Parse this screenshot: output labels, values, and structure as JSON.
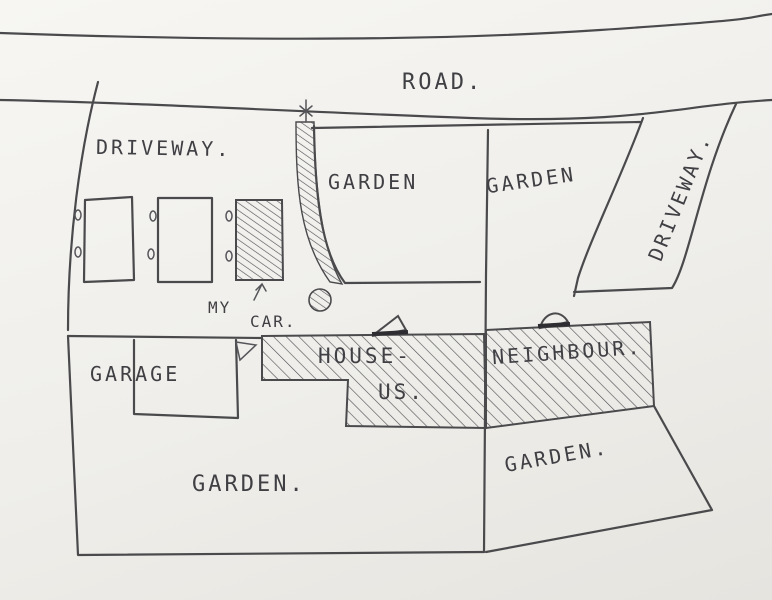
{
  "labels": {
    "road": "ROAD.",
    "driveway_left": "DRIVEWAY.",
    "driveway_right": "DRIVEWAY.",
    "garden_front_left": "GARDEN",
    "garden_front_right": "GARDEN",
    "garage": "GARAGE",
    "house": "HOUSE-",
    "us": "US.",
    "neighbour": "NEIGHBOUR.",
    "garden_back_left": "GARDEN.",
    "garden_back_right": "GARDEN.",
    "my_car": "MY",
    "my_car_2": "CAR."
  }
}
